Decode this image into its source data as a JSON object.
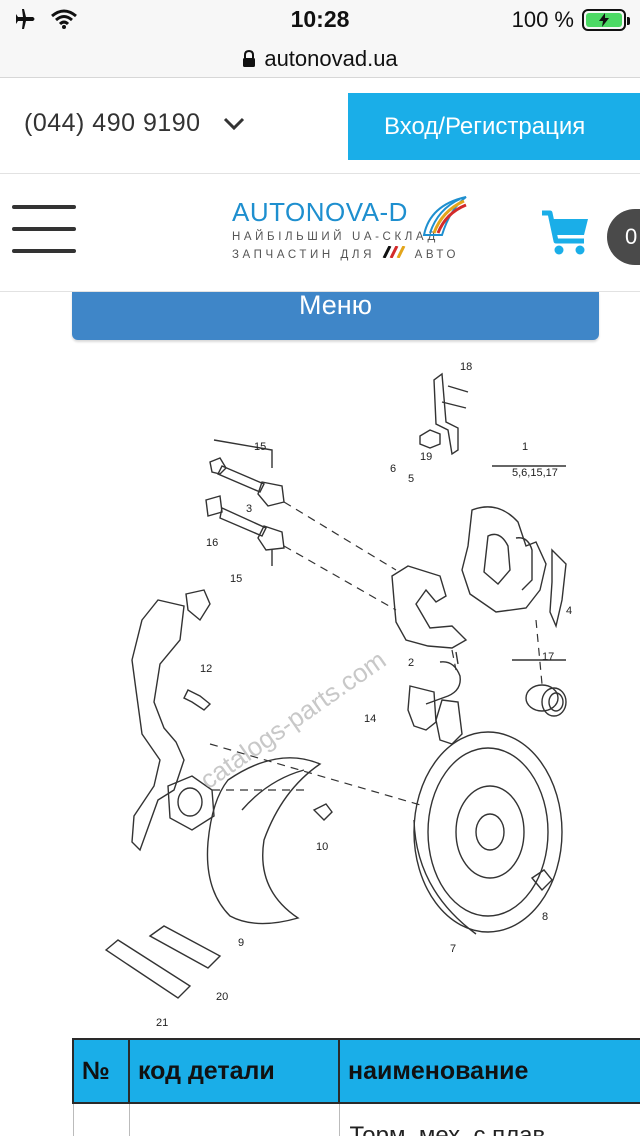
{
  "status_bar": {
    "time": "10:28",
    "battery": "100 %"
  },
  "browser": {
    "url": "autonovad.ua"
  },
  "top_bar": {
    "phone": "(044) 490 9190",
    "login_label": "Вход/Регистрация"
  },
  "header": {
    "logo_title": "AUTONOVA-D",
    "logo_sub1": "НАЙБІЛЬШИЙ UA-СКЛАД",
    "logo_sub2": "ЗАПЧАСТИН ДЛЯ",
    "logo_sub2_end": "АВТО",
    "cart_count": "0"
  },
  "menu": {
    "label": "Меню"
  },
  "diagram": {
    "watermark": "catalogs-parts.com",
    "callouts": [
      "18",
      "15",
      "19",
      "1",
      "6",
      "5",
      "5,6,15,17",
      "3",
      "16",
      "15",
      "2",
      "4",
      "17",
      "12",
      "14",
      "10",
      "9",
      "8",
      "7",
      "20",
      "21"
    ]
  },
  "table": {
    "headers": [
      "№",
      "код детали",
      "наименование"
    ],
    "rows": [
      [
        "",
        "",
        "Торм. мех. с плав."
      ]
    ]
  },
  "colors": {
    "accent": "#1aaee8",
    "menu": "#3f86c8",
    "logo": "#1e8fcf"
  }
}
